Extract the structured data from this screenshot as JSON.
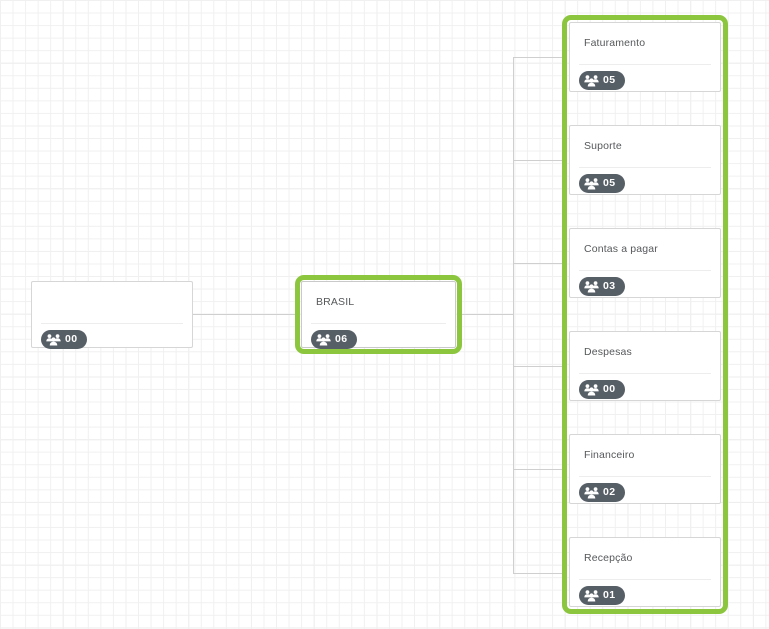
{
  "app": {
    "view_name": "organization-chart",
    "background": "#ffffff",
    "grid_color": "#f0f0f0",
    "connector_color": "#cfcfcf",
    "selection_color": "#8cc63f",
    "badge_bg": "#565e66",
    "badge_text_color": "#ffffff",
    "node_border_color": "#d6d6d6",
    "title_color": "#56585b"
  },
  "icons": {
    "users_group": "users-group-icon"
  },
  "nodes": {
    "root": {
      "id": "root",
      "title": "",
      "count": "00",
      "selected": false
    },
    "brasil": {
      "id": "brasil",
      "title": "BRASIL",
      "count": "06",
      "selected": true
    },
    "departments": [
      {
        "id": "faturamento",
        "title": "Faturamento",
        "count": "05"
      },
      {
        "id": "suporte",
        "title": "Suporte",
        "count": "05"
      },
      {
        "id": "contas-a-pagar",
        "title": "Contas a pagar",
        "count": "03"
      },
      {
        "id": "despesas",
        "title": "Despesas",
        "count": "00"
      },
      {
        "id": "financeiro",
        "title": "Financeiro",
        "count": "02"
      },
      {
        "id": "recepcao",
        "title": "Recepção",
        "count": "01"
      }
    ],
    "departments_group_selected": true
  }
}
